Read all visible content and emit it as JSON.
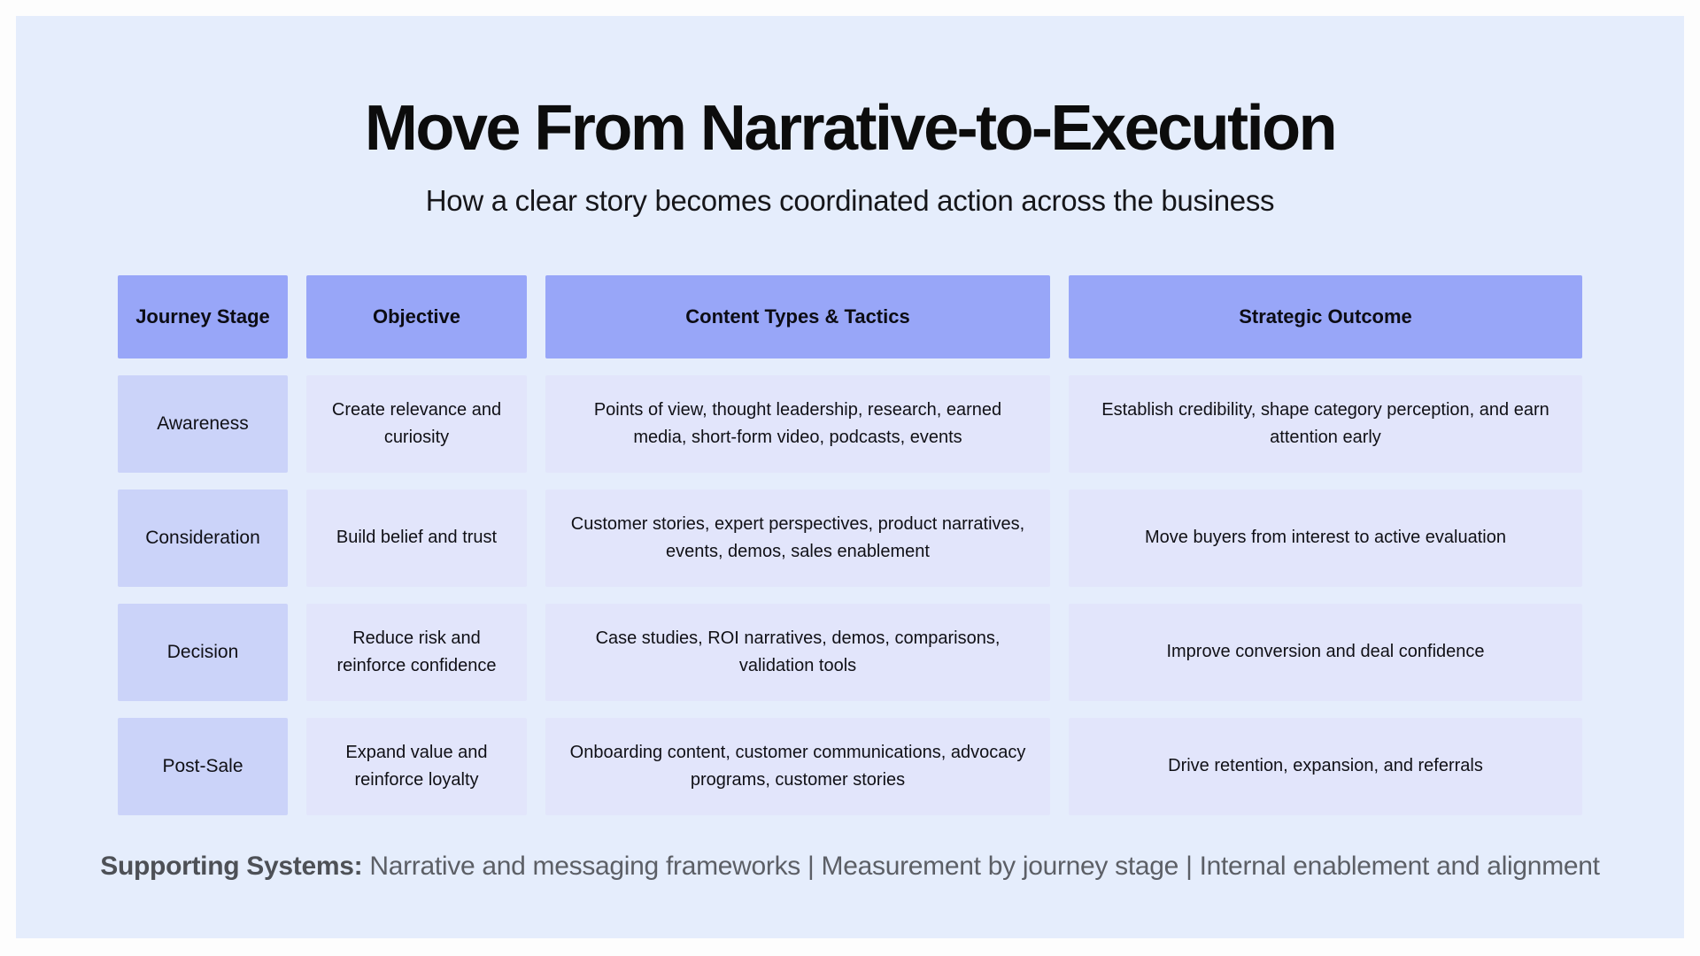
{
  "slide": {
    "title": "Move From Narrative-to-Execution",
    "subtitle": "How a clear story becomes coordinated action across the business"
  },
  "table": {
    "columns": [
      "Journey Stage",
      "Objective",
      "Content Types & Tactics",
      "Strategic Outcome"
    ],
    "rows": [
      {
        "stage": "Awareness",
        "objective": "Create relevance and curiosity",
        "content": "Points of view, thought leadership, research, earned media, short-form video, podcasts, events",
        "outcome": "Establish credibility, shape category perception, and earn attention early"
      },
      {
        "stage": "Consideration",
        "objective": "Build belief and trust",
        "content": "Customer stories, expert perspectives, product narratives, events, demos, sales enablement",
        "outcome": "Move buyers from interest to active evaluation"
      },
      {
        "stage": "Decision",
        "objective": "Reduce risk and reinforce confidence",
        "content": "Case studies, ROI narratives, demos, comparisons, validation tools",
        "outcome": "Improve conversion and deal confidence"
      },
      {
        "stage": "Post-Sale",
        "objective": "Expand value and reinforce loyalty",
        "content": "Onboarding content, customer communications, advocacy programs, customer stories",
        "outcome": "Drive retention, expansion, and referrals"
      }
    ]
  },
  "footer": {
    "label": "Supporting Systems:",
    "text": " Narrative and messaging frameworks | Measurement by journey stage | Internal enablement and alignment"
  },
  "colors": {
    "panel_bg": "#e5edfc",
    "header_cell_bg": "#98a6f8",
    "stage_cell_bg": "#cbd3f9",
    "body_cell_bg": "#e2e5fb",
    "title_text": "#0c0c0c",
    "footer_text": "#5c5f66"
  }
}
